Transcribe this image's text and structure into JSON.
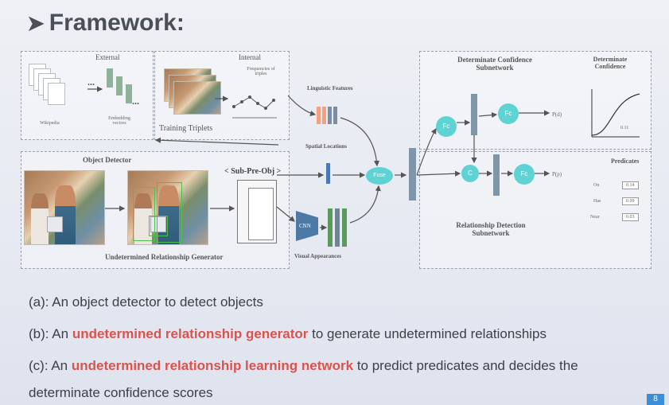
{
  "title": "Framework:",
  "diagram": {
    "external_label": "External",
    "internal_label": "Internal",
    "wikipedia_label": "Wikipedia",
    "embedding_label": "Embedding vectors",
    "triplets_label": "Training Triplets",
    "frequencies_label": "Frequencies of triples",
    "linguistic_label": "Linguistic Features",
    "spatial_label": "Spatial Locations",
    "visual_label": "Visual Appearances",
    "object_detector_label": "Object Detector",
    "sub_pre_obj_label": "< Sub-Pre-Obj >",
    "generator_label": "Undetermined Relationship Generator",
    "det_conf_subnet_label": "Determinate Confidence Subnetwork",
    "det_conf_label": "Determinate Confidence",
    "rel_det_subnet_label": "Relationship Detection Subnetwork",
    "predicates_label": "Predicates",
    "cnn_label": "CNN",
    "fuse_label": "Fuse",
    "fc_label": "Fc",
    "concat_label": "C",
    "pd_label": "P(d)",
    "pp_label": "P(p)",
    "conf_value": "0.11",
    "predicates": [
      {
        "name": "On",
        "score": "0.14"
      },
      {
        "name": "Has",
        "score": "0.09"
      },
      {
        "name": "Near",
        "score": "0.03"
      }
    ]
  },
  "bullets": [
    {
      "prefix": "(a): An object detector to detect objects",
      "highlight": "",
      "suffix": ""
    },
    {
      "prefix": "(b): An ",
      "highlight": "undetermined relationship generator",
      "suffix": " to generate undetermined relationships"
    },
    {
      "prefix": "(c): An ",
      "highlight": "undetermined relationship learning network",
      "suffix": " to predict predicates and decides the"
    },
    {
      "prefix": "determinate confidence scores",
      "highlight": "",
      "suffix": ""
    }
  ],
  "page_number": "8",
  "colors": {
    "highlight": "#d9534f",
    "fc": "#5fd2d4",
    "title": "#4a4f59"
  }
}
